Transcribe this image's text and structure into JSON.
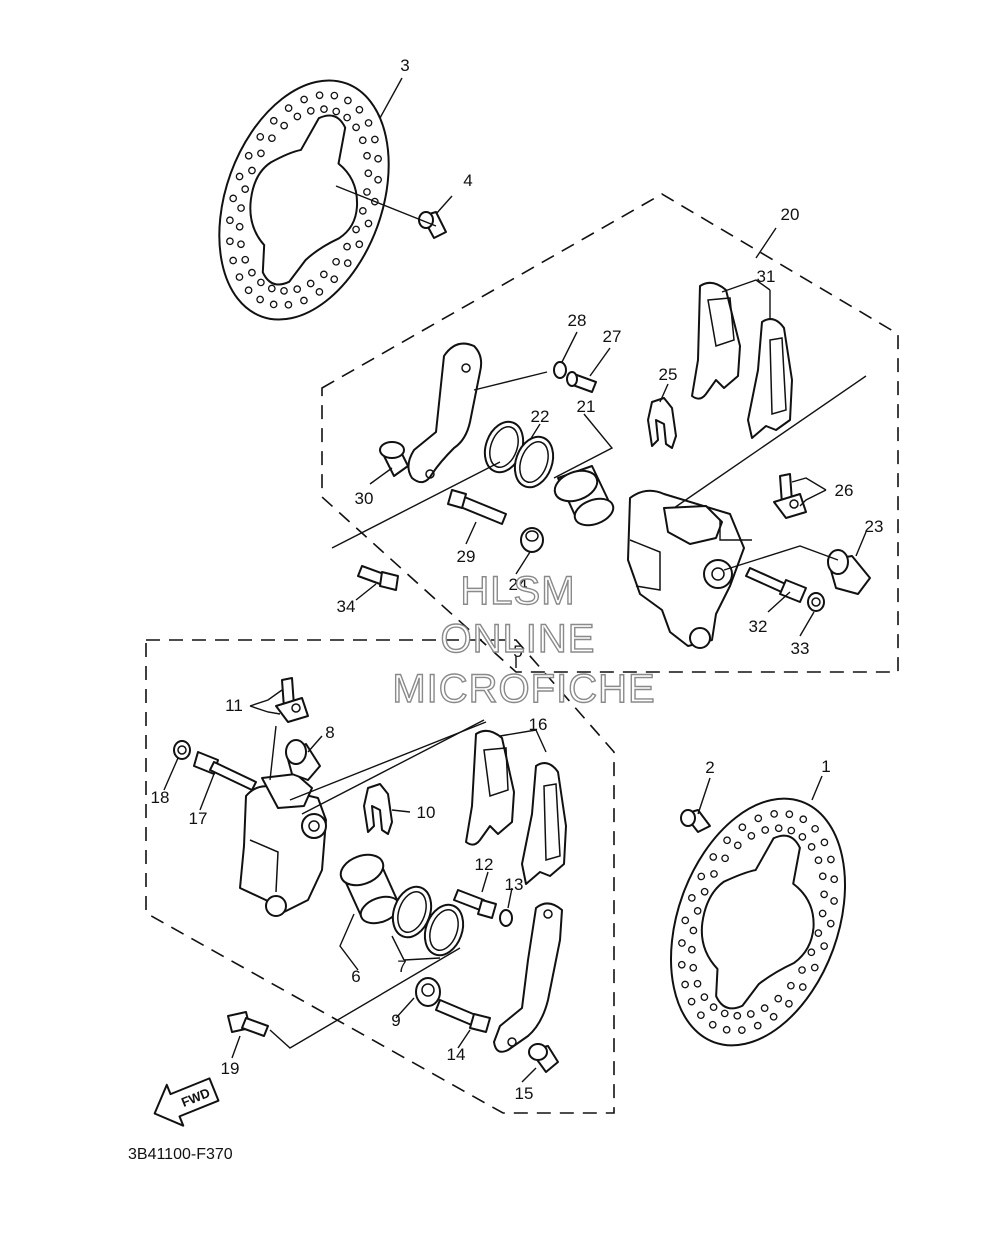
{
  "diagram": {
    "drawing_code": "3B41100-F370",
    "fwd_label": "FWD",
    "watermark": [
      "HLSM",
      "ONLINE",
      "MICROFICHE"
    ],
    "callouts": [
      "1",
      "2",
      "3",
      "4",
      "5",
      "6",
      "7",
      "8",
      "9",
      "10",
      "11",
      "12",
      "13",
      "14",
      "15",
      "16",
      "17",
      "18",
      "19",
      "20",
      "21",
      "22",
      "23",
      "24",
      "25",
      "26",
      "27",
      "28",
      "29",
      "30",
      "31",
      "32",
      "33",
      "34"
    ]
  }
}
